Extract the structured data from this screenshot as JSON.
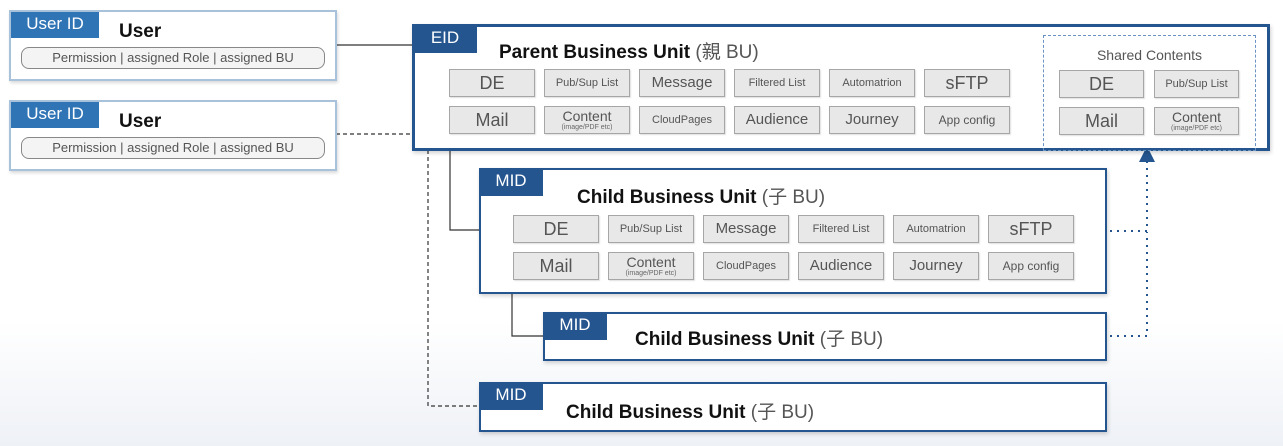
{
  "users": [
    {
      "tag": "User ID",
      "title": "User",
      "details": "Permission  |  assigned Role  |  assigned BU"
    },
    {
      "tag": "User ID",
      "title": "User",
      "details": "Permission  |  assigned Role  |  assigned BU"
    }
  ],
  "parent": {
    "tag": "EID",
    "title": "Parent Business Unit",
    "suffix": "(親 BU)",
    "items": [
      {
        "label": "DE"
      },
      {
        "label": "Pub/Sup List"
      },
      {
        "label": "Message"
      },
      {
        "label": "Filtered List"
      },
      {
        "label": "Automatrion"
      },
      {
        "label": "sFTP"
      },
      {
        "label": "Mail"
      },
      {
        "label": "Content",
        "sub": "(image/PDF etc)"
      },
      {
        "label": "CloudPages"
      },
      {
        "label": "Audience"
      },
      {
        "label": "Journey"
      },
      {
        "label": "App config"
      }
    ]
  },
  "shared": {
    "title": "Shared Contents",
    "items": [
      {
        "label": "DE"
      },
      {
        "label": "Pub/Sup List"
      },
      {
        "label": "Mail"
      },
      {
        "label": "Content",
        "sub": "(image/PDF etc)"
      }
    ]
  },
  "child1": {
    "tag": "MID",
    "title": "Child Business Unit",
    "suffix": "(子 BU)",
    "items": [
      {
        "label": "DE"
      },
      {
        "label": "Pub/Sup List"
      },
      {
        "label": "Message"
      },
      {
        "label": "Filtered List"
      },
      {
        "label": "Automatrion"
      },
      {
        "label": "sFTP"
      },
      {
        "label": "Mail"
      },
      {
        "label": "Content",
        "sub": "(image/PDF etc)"
      },
      {
        "label": "CloudPages"
      },
      {
        "label": "Audience"
      },
      {
        "label": "Journey"
      },
      {
        "label": "App config"
      }
    ]
  },
  "child2": {
    "tag": "MID",
    "title": "Child Business Unit",
    "suffix": "(子 BU)"
  },
  "child3": {
    "tag": "MID",
    "title": "Child Business Unit",
    "suffix": "(子 BU)"
  },
  "colors": {
    "primary": "#24558f",
    "tag_blue": "#2f74b5",
    "cell_bg": "#e8e8e8",
    "connector": "#333333"
  }
}
